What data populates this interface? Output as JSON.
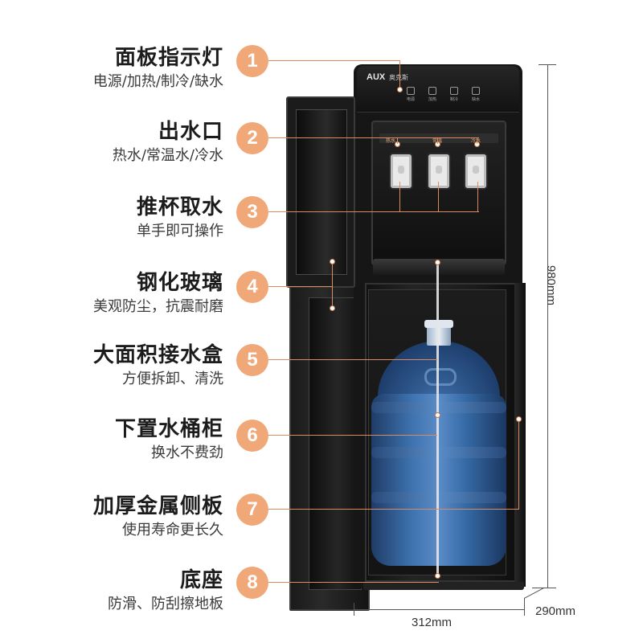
{
  "brand": {
    "logo": "AUX",
    "name_cn": "奥克斯"
  },
  "panel_buttons": [
    {
      "icon": "power-icon",
      "label": "电源"
    },
    {
      "icon": "heat-icon",
      "label": "加热"
    },
    {
      "icon": "snowflake-icon",
      "label": "制冷"
    },
    {
      "icon": "water-level-icon",
      "label": "缺水"
    }
  ],
  "taps": [
    {
      "tag": "热水"
    },
    {
      "tag": "常温"
    },
    {
      "tag": "冷水"
    }
  ],
  "features": [
    {
      "number": "1",
      "title": "面板指示灯",
      "subtitle": "电源/加热/制冷/缺水"
    },
    {
      "number": "2",
      "title": "出水口",
      "subtitle": "热水/常温水/冷水"
    },
    {
      "number": "3",
      "title": "推杯取水",
      "subtitle": "单手即可操作"
    },
    {
      "number": "4",
      "title": "钢化玻璃",
      "subtitle": "美观防尘，抗震耐磨"
    },
    {
      "number": "5",
      "title": "大面积接水盒",
      "subtitle": "方便拆卸、清洗"
    },
    {
      "number": "6",
      "title": "下置水桶柜",
      "subtitle": "换水不费劲"
    },
    {
      "number": "7",
      "title": "加厚金属侧板",
      "subtitle": "使用寿命更长久"
    },
    {
      "number": "8",
      "title": "底座",
      "subtitle": "防滑、防刮擦地板"
    }
  ],
  "dimensions": {
    "height": "980mm",
    "width": "312mm",
    "depth": "290mm"
  },
  "colors": {
    "accent": "#f0a878",
    "leader": "#d98c5f",
    "title_text": "#1c1c1c",
    "body_dark": "#161616",
    "bottle_blue": "#3e73b0"
  }
}
